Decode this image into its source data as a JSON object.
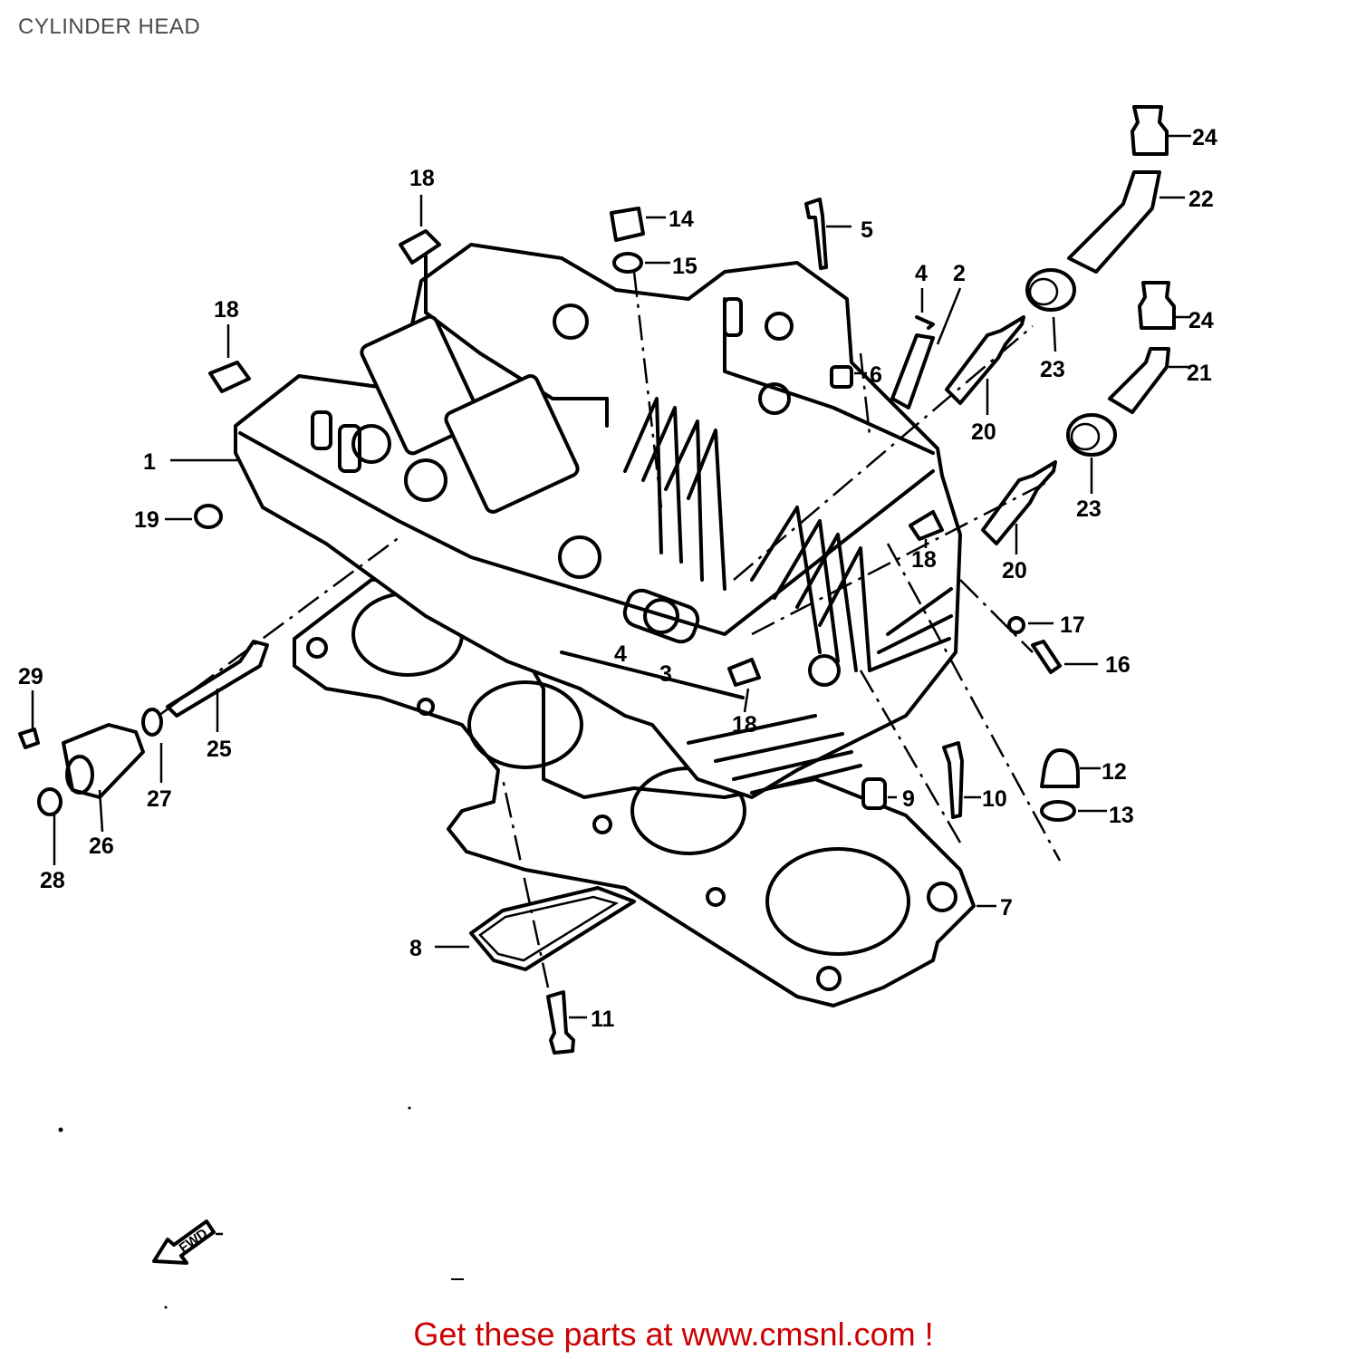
{
  "title": "CYLINDER HEAD",
  "footer_link_text": "Get these parts at www.cmsnl.com !",
  "colors": {
    "footer_link": "#cc0000",
    "title": "#4a4a4a",
    "ink": "#000000"
  },
  "direction_marker": "FWD",
  "callouts": [
    "24",
    "22",
    "18",
    "14",
    "5",
    "15",
    "4",
    "2",
    "24",
    "18",
    "23",
    "21",
    "6",
    "1",
    "20",
    "23",
    "19",
    "18",
    "20",
    "17",
    "16",
    "29",
    "4",
    "3",
    "25",
    "18",
    "12",
    "27",
    "9",
    "10",
    "13",
    "26",
    "28",
    "7",
    "8",
    "11"
  ]
}
